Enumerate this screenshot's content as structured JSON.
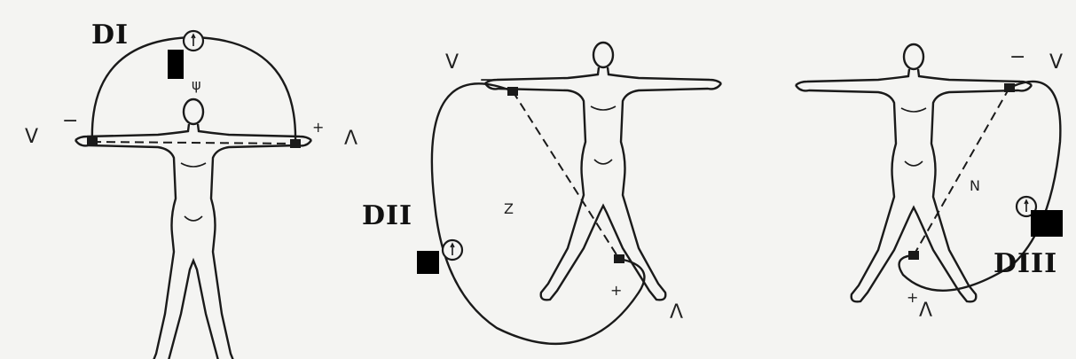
{
  "leads": [
    {
      "label": "DI",
      "minus": "−",
      "plus": "+",
      "left_glyph": "V",
      "right_glyph": "Λ",
      "mid_glyph": "ψ"
    },
    {
      "label": "DII",
      "minus": "−",
      "plus": "+",
      "left_glyph": "V",
      "right_glyph": "Λ",
      "mid_glyph": "Z"
    },
    {
      "label": "DIII",
      "minus": "−",
      "plus": "+",
      "left_glyph": "V",
      "right_glyph": "Λ",
      "mid_glyph": "N"
    }
  ],
  "colors": {
    "ink": "#1a1a1a",
    "background": "#f4f4f2",
    "redaction": "#000000"
  }
}
